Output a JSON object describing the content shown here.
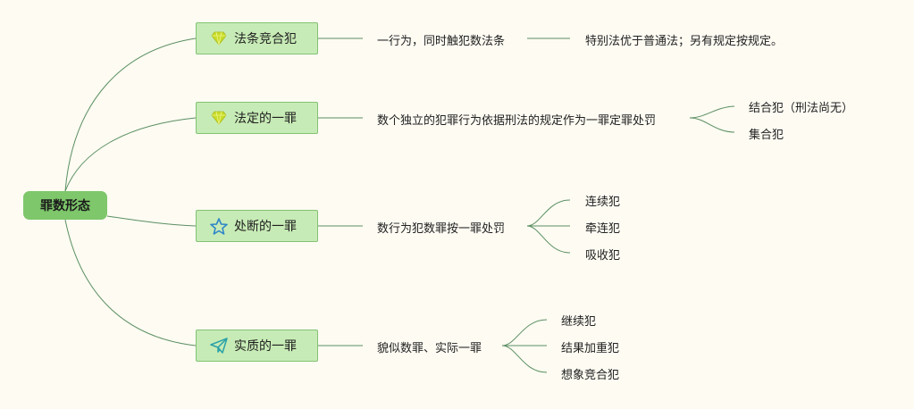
{
  "root": {
    "label": "罪数形态"
  },
  "branches": [
    {
      "label": "法条竞合犯",
      "icon": "gem-icon",
      "icon_color": "#c8dc28",
      "description": "一行为，同时触犯数法条",
      "extra": "特别法优于普通法；另有规定按规定。",
      "children": []
    },
    {
      "label": "法定的一罪",
      "icon": "gem-icon",
      "icon_color": "#c8dc28",
      "description": "数个独立的犯罪行为依据刑法的规定作为一罪定罪处罚",
      "children": [
        "结合犯（刑法尚无）",
        "集合犯"
      ]
    },
    {
      "label": "处断的一罪",
      "icon": "star-icon",
      "icon_color": "#2f86c9",
      "description": "数行为犯数罪按一罪处罚",
      "children": [
        "连续犯",
        "牵连犯",
        "吸收犯"
      ]
    },
    {
      "label": "实质的一罪",
      "icon": "paper-plane-icon",
      "icon_color": "#2aa1a8",
      "description": "貌似数罪、实际一罪",
      "children": [
        "继续犯",
        "结果加重犯",
        "想象竞合犯"
      ]
    }
  ],
  "colors": {
    "background": "#fdfbf2",
    "root_fill": "#7ec76b",
    "branch_fill": "#c7ebb6",
    "branch_border": "#84c274",
    "connector": "#5b8f62"
  }
}
